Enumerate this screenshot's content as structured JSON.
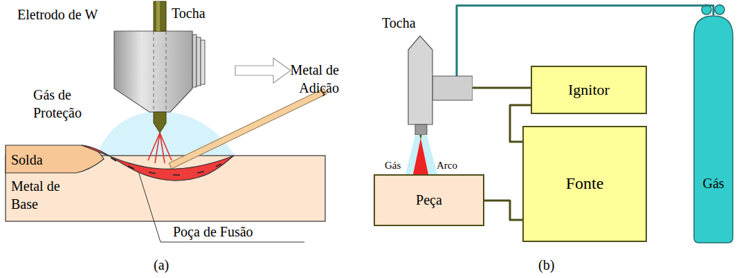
{
  "diagram": {
    "nodes": [
      {
        "text": [
          "Tocha"
        ]
      },
      {
        "text": [
          "Ignitor"
        ]
      },
      {
        "text": [
          "Fonte"
        ]
      },
      {
        "text": [
          "Gás"
        ]
      },
      {
        "text": [
          "Peça"
        ]
      }
    ],
    "edges": [
      {
        "from": 0,
        "to": 3,
        "arrow": "none"
      },
      {
        "from": 0,
        "to": 1,
        "arrow": "none"
      },
      {
        "from": 1,
        "to": 2,
        "arrow": "none"
      },
      {
        "from": 4,
        "to": 2,
        "arrow": "none"
      }
    ],
    "labels": [
      "Eletrodo de W",
      "Tocha",
      "Gás de Proteção",
      "Metal de Adição",
      "Solda",
      "Metal de Base",
      "Poça de Fusão",
      "(a)",
      "Gás",
      "Arco",
      "(b)"
    ]
  }
}
